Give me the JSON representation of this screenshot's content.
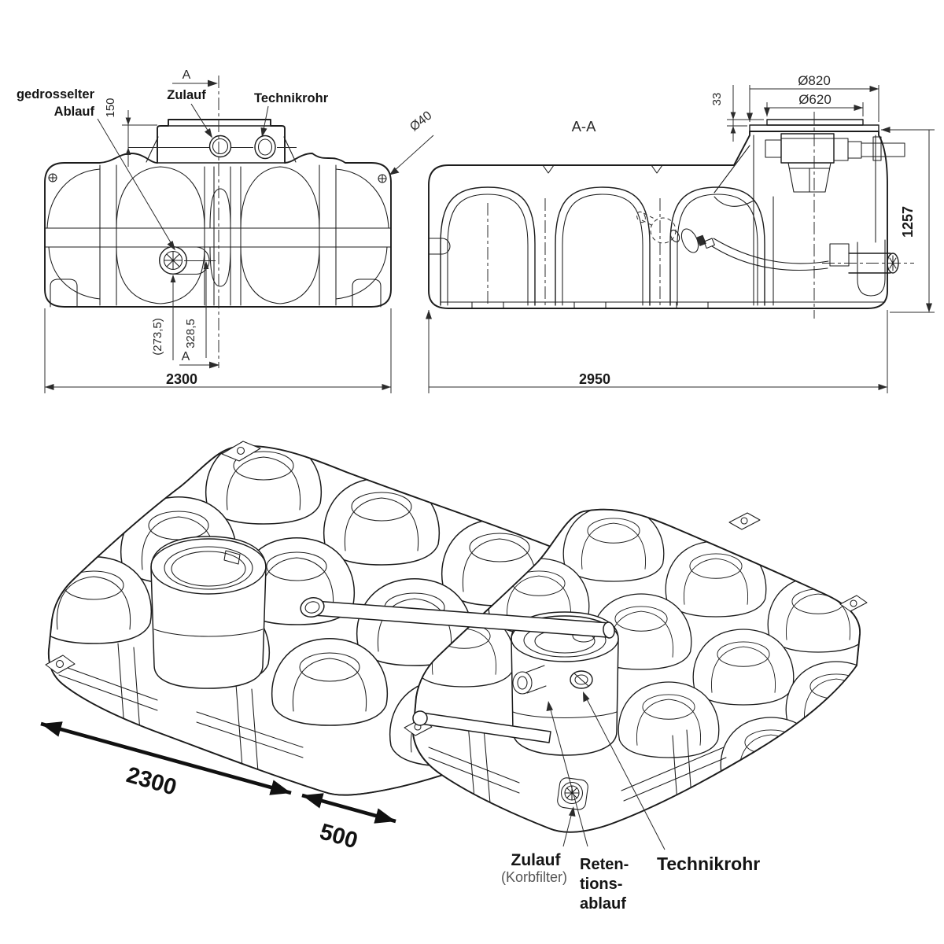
{
  "document": {
    "type": "technical-drawing",
    "colors": {
      "line": "#1c1c1c",
      "label_text": "#141414",
      "dim_text": "#2a2a2a"
    }
  },
  "front_view": {
    "labels": {
      "restricted_outlet_1": "gedrosselter",
      "restricted_outlet_2": "Ablauf",
      "inlet": "Zulauf",
      "tech_pipe": "Technikrohr"
    },
    "section_marker_top": "A",
    "section_marker_bottom": "A",
    "dims": {
      "inlet_height": "150",
      "outlet_axis_ref": "(273,5)",
      "outlet_axis": "328,5",
      "width": "2300",
      "hole": "Ø40"
    }
  },
  "section_view": {
    "title": "A-A",
    "dims": {
      "dome_outer": "Ø820",
      "dome_inner": "Ø620",
      "cover_step": "33",
      "height": "1257",
      "length": "2950"
    }
  },
  "iso_view": {
    "dims": {
      "length": "2300",
      "extension": "500"
    },
    "labels": {
      "inlet": "Zulauf",
      "inlet_sub": "(Korbfilter)",
      "retention_1": "Reten-",
      "retention_2": "tions-",
      "retention_3": "ablauf",
      "tech_pipe": "Technikrohr"
    }
  }
}
